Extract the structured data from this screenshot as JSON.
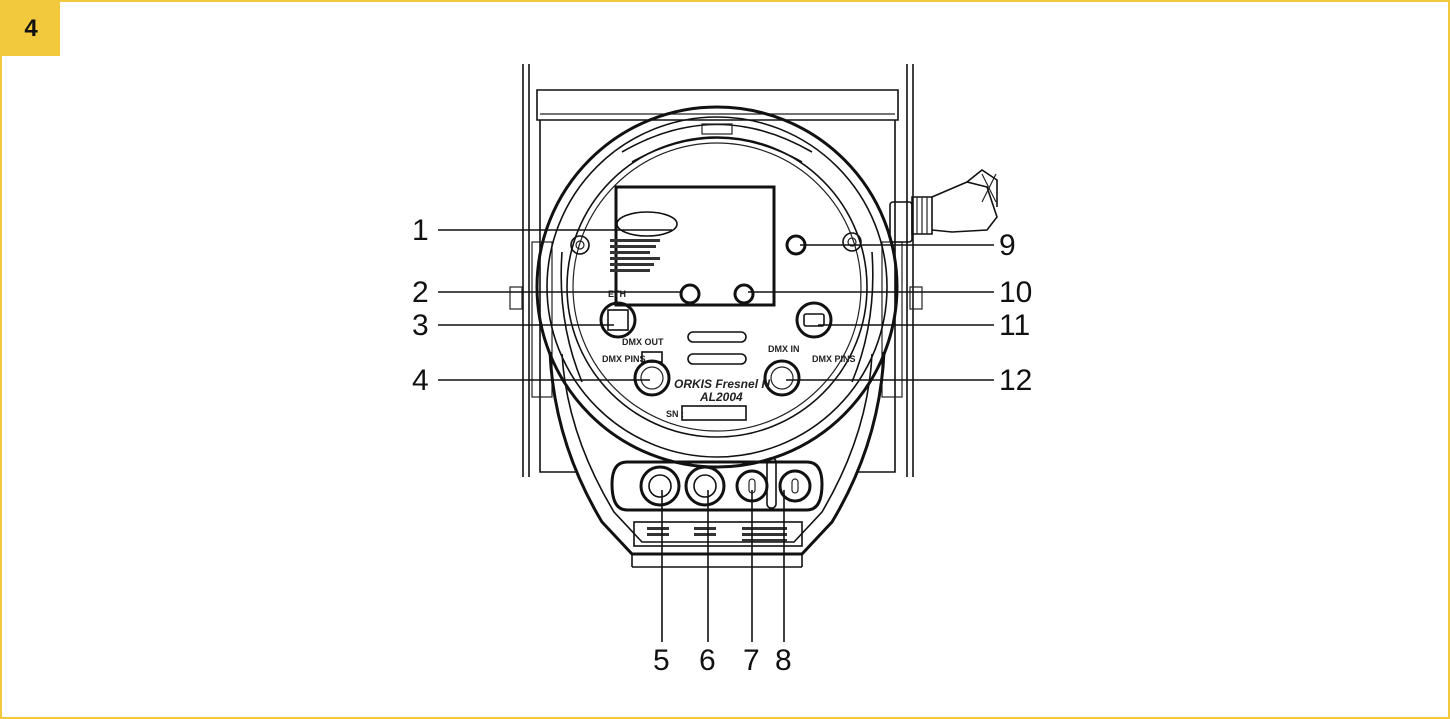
{
  "figure": {
    "number": "4",
    "colors": {
      "accent": "#f2c93c",
      "ink": "#111111"
    }
  },
  "device": {
    "model_text": "ORKIS Fresnel H",
    "part_text": "AL2004",
    "sn_text": "SN :",
    "eth_text": "ETH",
    "dmx_out_text": "DMX OUT",
    "dmx_in_text": "DMX IN",
    "dmx_pins_text": "DMX PINS"
  },
  "callouts": [
    {
      "id": "1",
      "label": "1"
    },
    {
      "id": "2",
      "label": "2"
    },
    {
      "id": "3",
      "label": "3"
    },
    {
      "id": "4",
      "label": "4"
    },
    {
      "id": "5",
      "label": "5"
    },
    {
      "id": "6",
      "label": "6"
    },
    {
      "id": "7",
      "label": "7"
    },
    {
      "id": "8",
      "label": "8"
    },
    {
      "id": "9",
      "label": "9"
    },
    {
      "id": "10",
      "label": "10"
    },
    {
      "id": "11",
      "label": "11"
    },
    {
      "id": "12",
      "label": "12"
    }
  ]
}
